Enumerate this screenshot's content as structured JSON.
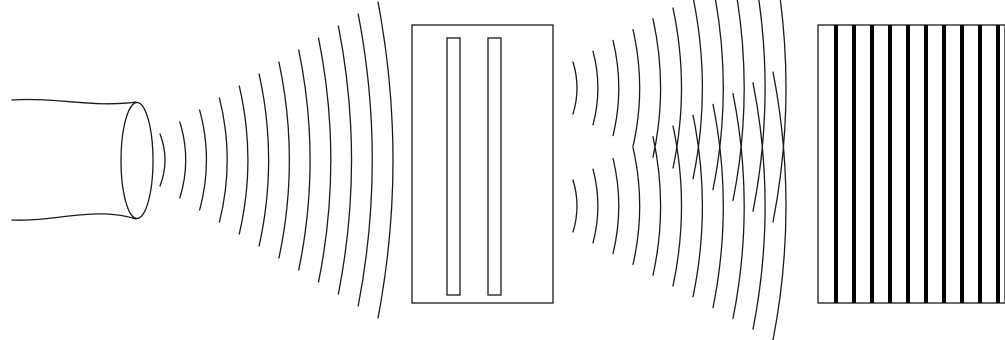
{
  "diagram": {
    "components": [
      {
        "id": "light-source",
        "icon": "beam-source-icon"
      },
      {
        "id": "incident-wavefronts",
        "icon": "arc-wavefronts-icon",
        "count": 12
      },
      {
        "id": "double-slit-barrier",
        "icon": "double-slit-icon",
        "slits": 2
      },
      {
        "id": "diffracted-wavefronts",
        "icon": "arc-wavefronts-icon",
        "sources": 2,
        "count_per_source": 11
      },
      {
        "id": "interference-screen",
        "icon": "fringe-pattern-icon",
        "bright_fringes": 10
      }
    ],
    "colors": {
      "ink": "#1a1a1a",
      "background": "#ffffff",
      "fringe": "#000000"
    }
  }
}
